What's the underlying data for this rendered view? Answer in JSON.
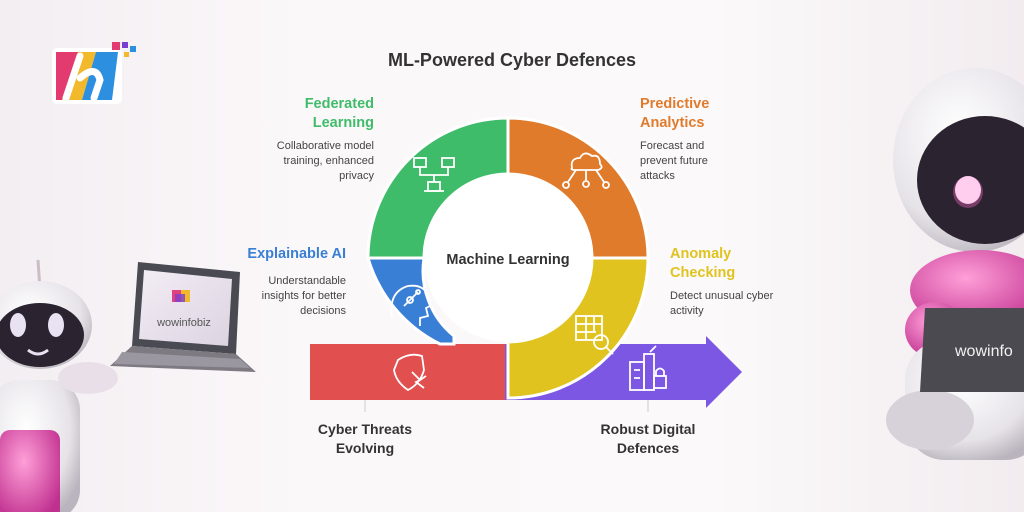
{
  "title": "ML-Powered Cyber Defences",
  "center_label": "Machine Learning",
  "colors": {
    "federated": "#3fbc6a",
    "predictive": "#e07b2c",
    "anomaly": "#e0c31e",
    "explainable": "#3a7fd6",
    "threats": "#e14f4f",
    "robust": "#7b57e4"
  },
  "segments": [
    {
      "id": "federated",
      "heading": "Federated Learning",
      "heading_lines": [
        "Federated",
        "Learning"
      ],
      "description_lines": [
        "Collaborative model",
        "training, enhanced",
        "privacy"
      ],
      "icon": "network-icon"
    },
    {
      "id": "predictive",
      "heading": "Predictive Analytics",
      "heading_lines": [
        "Predictive",
        "Analytics"
      ],
      "description_lines": [
        "Forecast and",
        "prevent future",
        "attacks"
      ],
      "icon": "cloud-network-icon"
    },
    {
      "id": "anomaly",
      "heading": "Anomaly Checking",
      "heading_lines": [
        "Anomaly",
        "Checking"
      ],
      "description_lines": [
        "Detect unusual cyber",
        "activity"
      ],
      "icon": "spreadsheet-search-icon"
    },
    {
      "id": "explainable",
      "heading": "Explainable AI",
      "heading_lines": [
        "Explainable AI"
      ],
      "description_lines": [
        "Understandable",
        "insights for better",
        "decisions"
      ],
      "icon": "brain-head-icon"
    }
  ],
  "bottom": {
    "threats_lines": [
      "Cyber Threats",
      "Evolving"
    ],
    "robust_lines": [
      "Robust Digital",
      "Defences"
    ]
  },
  "brand": {
    "laptop_left": "wowinfobiz",
    "laptop_right": "wowinfo"
  }
}
